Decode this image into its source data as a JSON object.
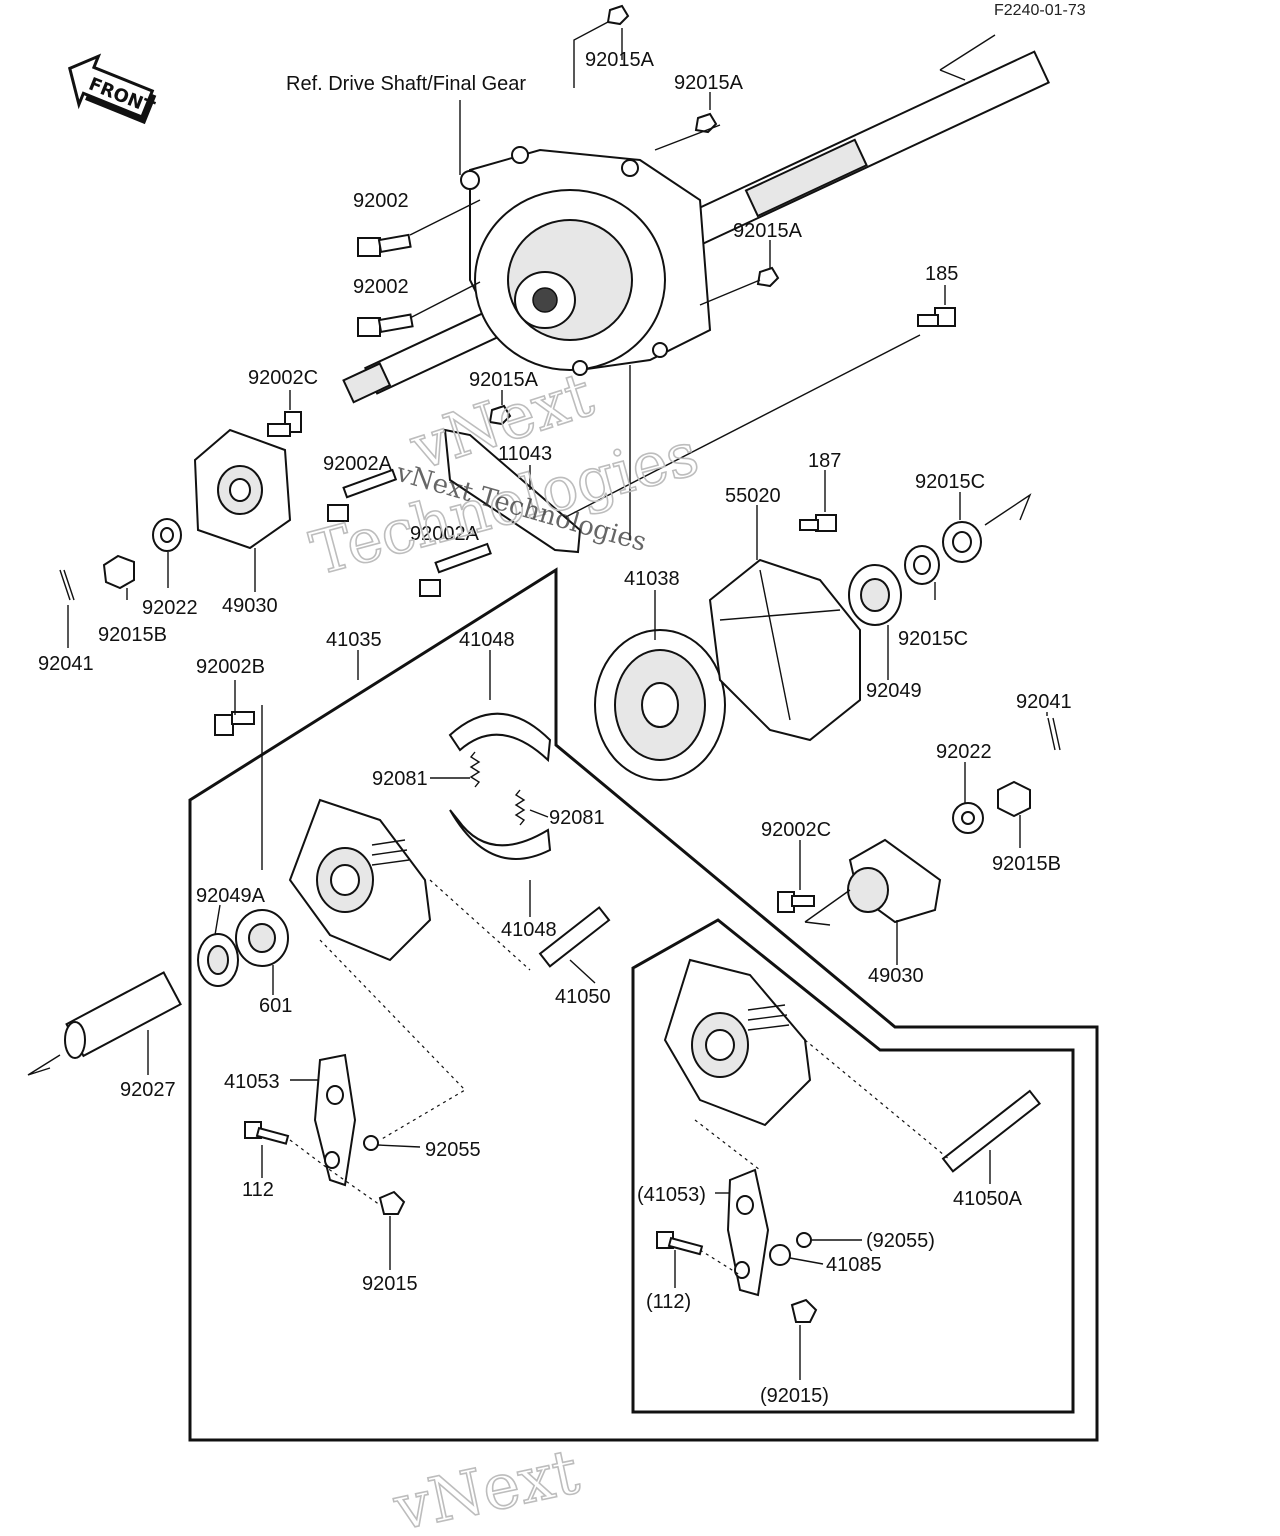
{
  "diagram": {
    "code": "F2240-01-73",
    "front_label": "FRONT",
    "ref_label": "Ref. Drive Shaft/Final Gear",
    "watermarks": [
      "vNext",
      "Technologies",
      "vNext Technologies",
      "vNext"
    ],
    "parts": {
      "p92015A_1": "92015A",
      "p92015A_2": "92015A",
      "p92015A_3": "92015A",
      "p92015A_4": "92015A",
      "p92002_1": "92002",
      "p92002_2": "92002",
      "p185": "185",
      "p92002C_1": "92002C",
      "p92002A_1": "92002A",
      "p11043": "11043",
      "p92002A_2": "92002A",
      "p187": "187",
      "p92015C_1": "92015C",
      "p55020": "55020",
      "p41038": "41038",
      "p92022_1": "92022",
      "p49030_1": "49030",
      "p92015B_1": "92015B",
      "p92041_1": "92041",
      "p92015C_2": "92015C",
      "p92049": "92049",
      "p41035": "41035",
      "p41048_1": "41048",
      "p92002B": "92002B",
      "p92081_1": "92081",
      "p92081_2": "92081",
      "p92041_2": "92041",
      "p92022_2": "92022",
      "p92002C_2": "92002C",
      "p92015B_2": "92015B",
      "p92049A": "92049A",
      "p41048_2": "41048",
      "p601": "601",
      "p41050": "41050",
      "p49030_2": "49030",
      "p92027": "92027",
      "p41053": "41053",
      "p92055": "92055",
      "p112": "112",
      "p92015": "92015",
      "p41050A": "41050A",
      "p41053p": "(41053)",
      "p92055p": "(92055)",
      "p41085": "41085",
      "p112p": "(112)",
      "p92015p": "(92015)"
    }
  }
}
